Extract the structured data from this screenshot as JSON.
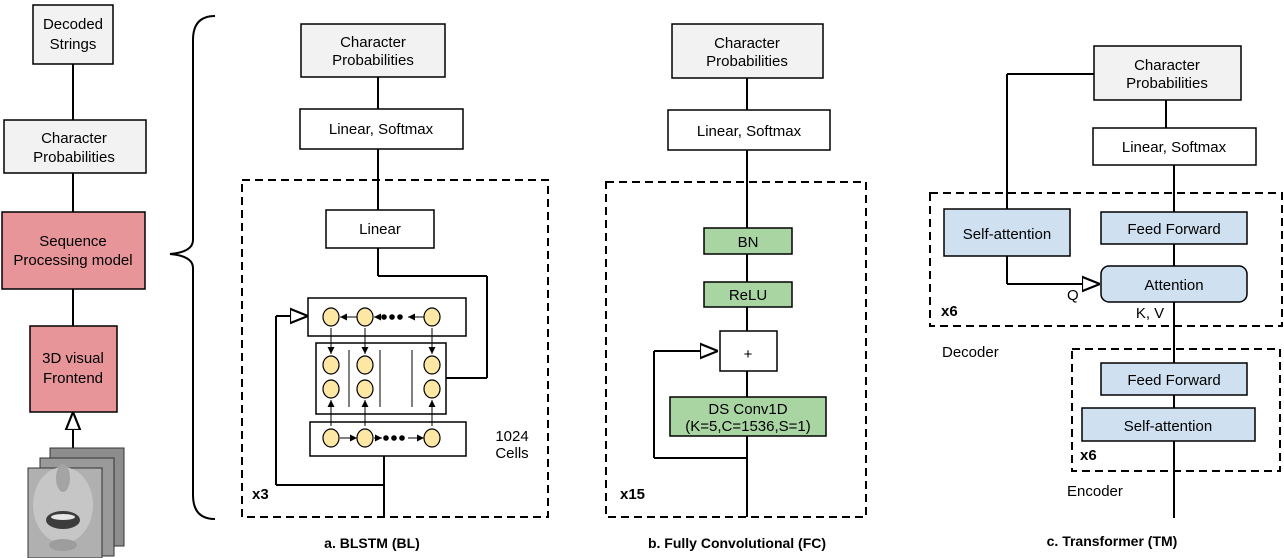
{
  "pipeline": {
    "decoded_strings": [
      "Decoded",
      "Strings"
    ],
    "char_probs": [
      "Character",
      "Probabilities"
    ],
    "seq_model": [
      "Sequence",
      "Processing model"
    ],
    "frontend": [
      "3D visual",
      "Frontend"
    ]
  },
  "blstm": {
    "caption": "a. BLSTM (BL)",
    "char_probs": [
      "Character",
      "Probabilities"
    ],
    "linear_softmax": "Linear, Softmax",
    "linear": "Linear",
    "cells": [
      "1024",
      "Cells"
    ],
    "repeat": "x3"
  },
  "fc": {
    "caption": "b. Fully Convolutional (FC)",
    "char_probs": [
      "Character",
      "Probabilities"
    ],
    "linear_softmax": "Linear, Softmax",
    "bn": "BN",
    "relu": "ReLU",
    "plus": "+",
    "dsconv": [
      "DS Conv1D",
      "(K=5,C=1536,S=1)"
    ],
    "repeat": "x15"
  },
  "tm": {
    "caption": "c. Transformer (TM)",
    "char_probs": [
      "Character",
      "Probabilities"
    ],
    "linear_softmax": "Linear, Softmax",
    "dec_self_attention": "Self-attention",
    "dec_feed_forward": "Feed Forward",
    "attention": "Attention",
    "q": "Q",
    "kv": "K, V",
    "dec_repeat": "x6",
    "decoder": "Decoder",
    "enc_feed_forward": "Feed Forward",
    "enc_self_attention": "Self-attention",
    "enc_repeat": "x6",
    "encoder": "Encoder"
  },
  "colors": {
    "gray_box": "#f2f2f2",
    "red_box": "#e8959a",
    "green_box": "#a9d5a3",
    "blue_box": "#cfe0f1",
    "lstm_cell": "#fde7a5"
  }
}
